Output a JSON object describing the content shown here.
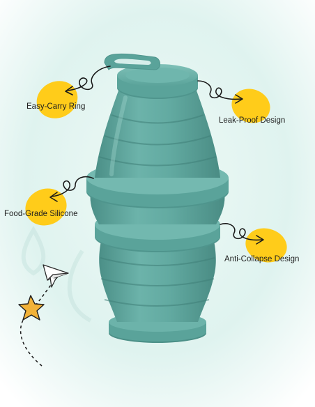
{
  "features": [
    {
      "id": "easy-carry-ring",
      "label": "Easy-Carry Ring"
    },
    {
      "id": "leak-proof-design",
      "label": "Leak-Proof Design"
    },
    {
      "id": "food-grade-silicone",
      "label": "Food-Grade Silicone"
    },
    {
      "id": "anti-collapse-design",
      "label": "Anti-Collapse Design"
    }
  ],
  "colors": {
    "bottle": "#5fa9a1",
    "bottle_dark": "#4f958d",
    "bottle_light": "#78bdb4",
    "blob": "#ffcc1a",
    "background_tint": "#dff3ef",
    "star": "#f2b238"
  },
  "icons": [
    "paper-plane-icon",
    "star-icon",
    "water-drop-icon"
  ]
}
